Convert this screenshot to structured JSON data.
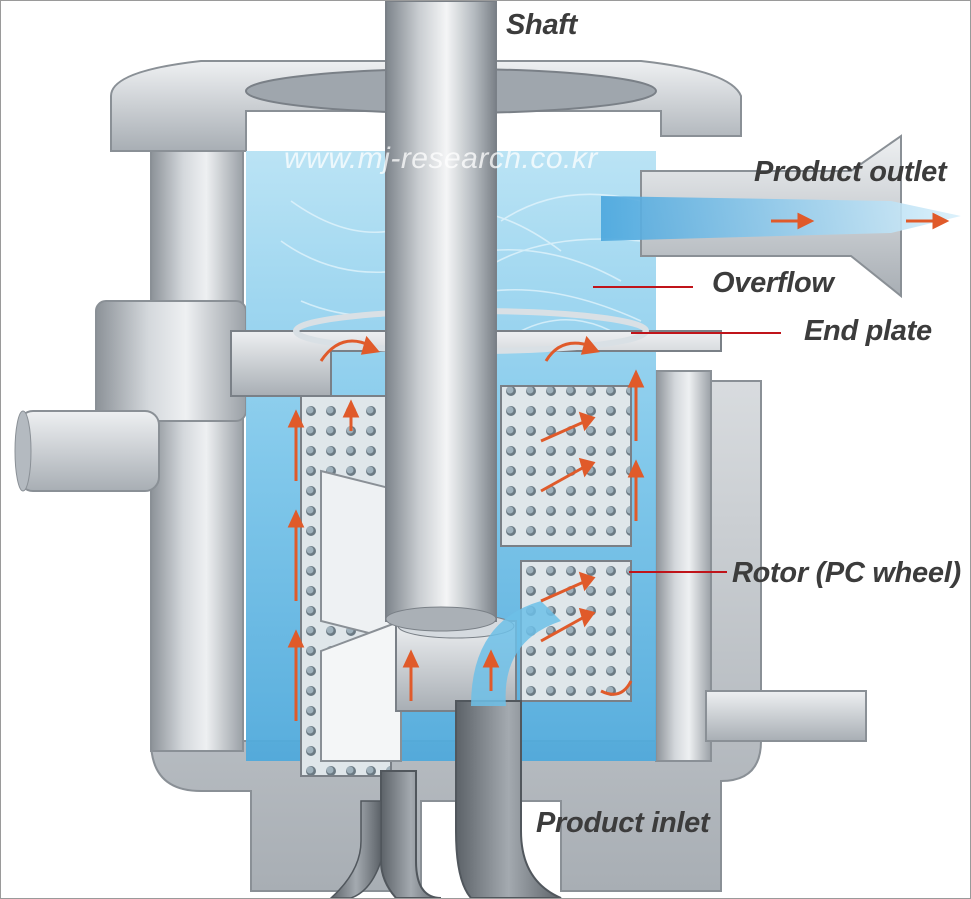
{
  "labels": {
    "shaft": "Shaft",
    "product_outlet": "Product outlet",
    "overflow": "Overflow",
    "end_plate": "End plate",
    "rotor": "Rotor (PC wheel)",
    "product_inlet": "Product inlet"
  },
  "watermark": "www.mj-research.co.kr",
  "colors": {
    "steel": "#c4c8cd",
    "steel_dark": "#8a9096",
    "fluid": "#8fd0ee",
    "fluid_deep": "#3e9fd6",
    "flow_arrow": "#e05a2a",
    "leader_line": "#c0141a",
    "label_text": "#3c3c3c"
  }
}
